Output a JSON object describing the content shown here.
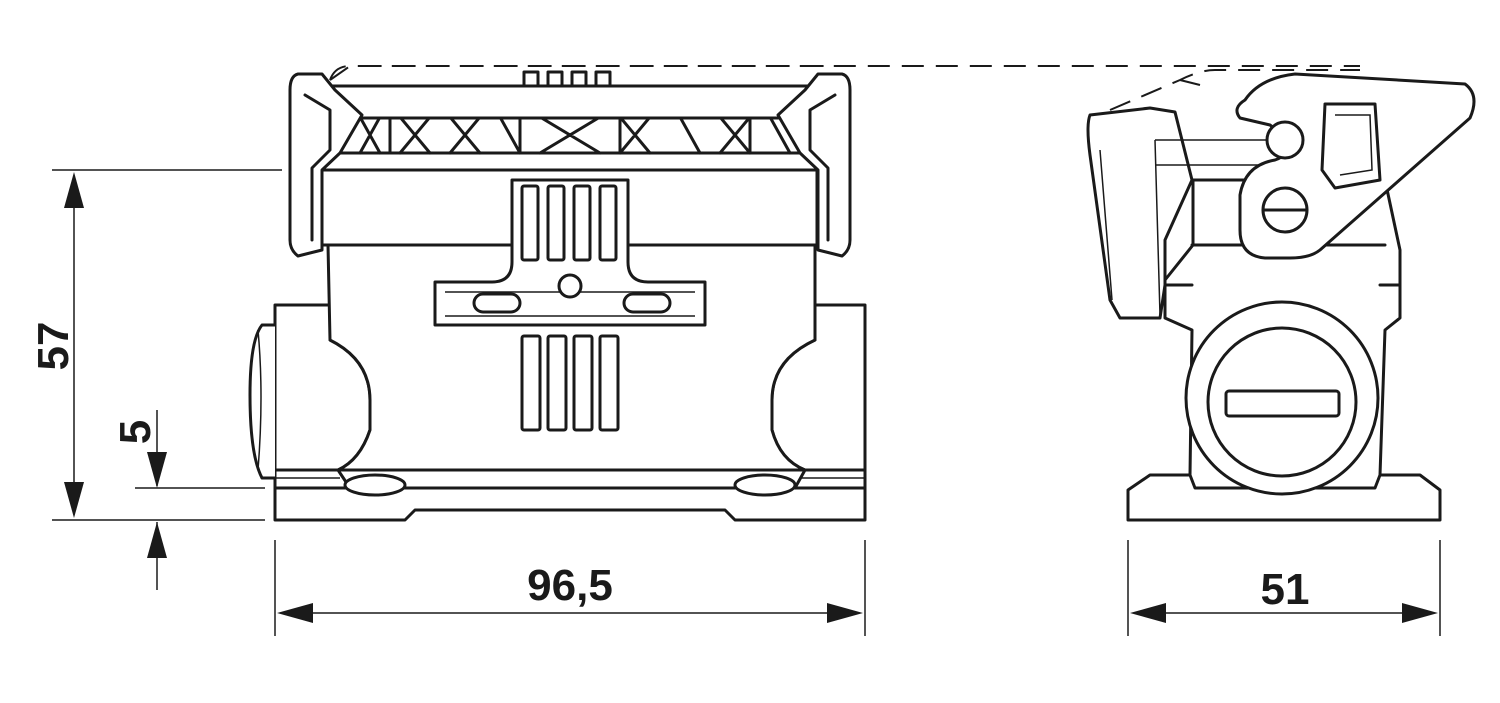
{
  "drawing": {
    "front_view": {
      "width_label": "96,5",
      "height_label": "57",
      "base_label": "5"
    },
    "side_view": {
      "width_label": "51"
    },
    "line_color": "#1a1a1a",
    "background": "#ffffff"
  }
}
